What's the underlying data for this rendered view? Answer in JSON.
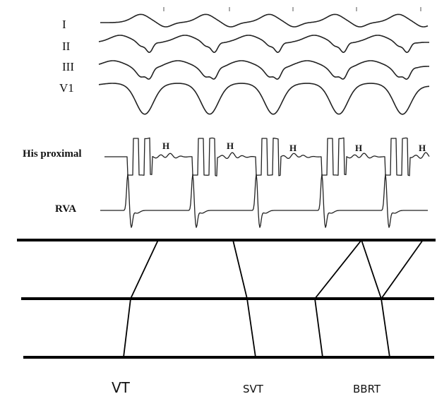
{
  "surface_leads": [
    "I",
    "II",
    "III",
    "V1"
  ],
  "intracardiac_leads": [
    "His proximal",
    "RVA"
  ],
  "his_marker": "H",
  "mechanism_labels": {
    "vt": "VT",
    "svt": "SVT",
    "bbrt": "BBRT"
  }
}
